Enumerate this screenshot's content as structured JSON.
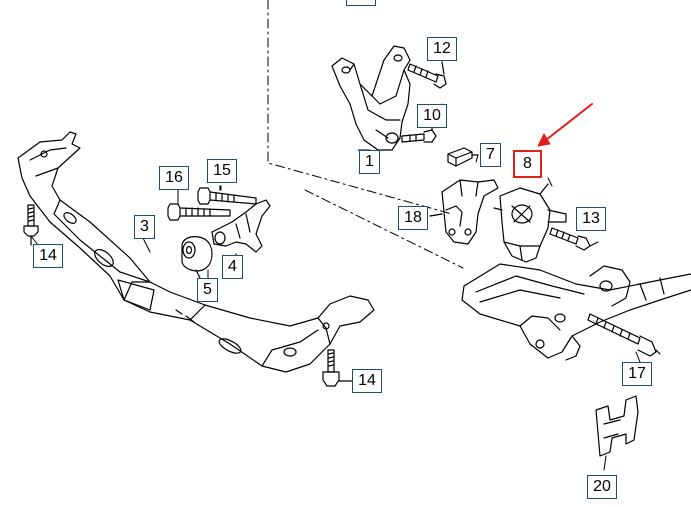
{
  "colors": {
    "line": "#000000",
    "callout_border": "#1f4f6b",
    "highlight": "#e0201d",
    "background": "#ffffff"
  },
  "callouts": [
    {
      "id": "c12",
      "label": "12"
    },
    {
      "id": "c10",
      "label": "10"
    },
    {
      "id": "c1",
      "label": "1"
    },
    {
      "id": "c7",
      "label": "7"
    },
    {
      "id": "c8",
      "label": "8",
      "highlighted": true
    },
    {
      "id": "c16",
      "label": "16"
    },
    {
      "id": "c15",
      "label": "15"
    },
    {
      "id": "c3",
      "label": "3"
    },
    {
      "id": "c18",
      "label": "18"
    },
    {
      "id": "c13",
      "label": "13"
    },
    {
      "id": "c14a",
      "label": "14"
    },
    {
      "id": "c4",
      "label": "4"
    },
    {
      "id": "c5",
      "label": "5"
    },
    {
      "id": "c17",
      "label": "17"
    },
    {
      "id": "c14b",
      "label": "14"
    },
    {
      "id": "c20",
      "label": "20"
    }
  ]
}
